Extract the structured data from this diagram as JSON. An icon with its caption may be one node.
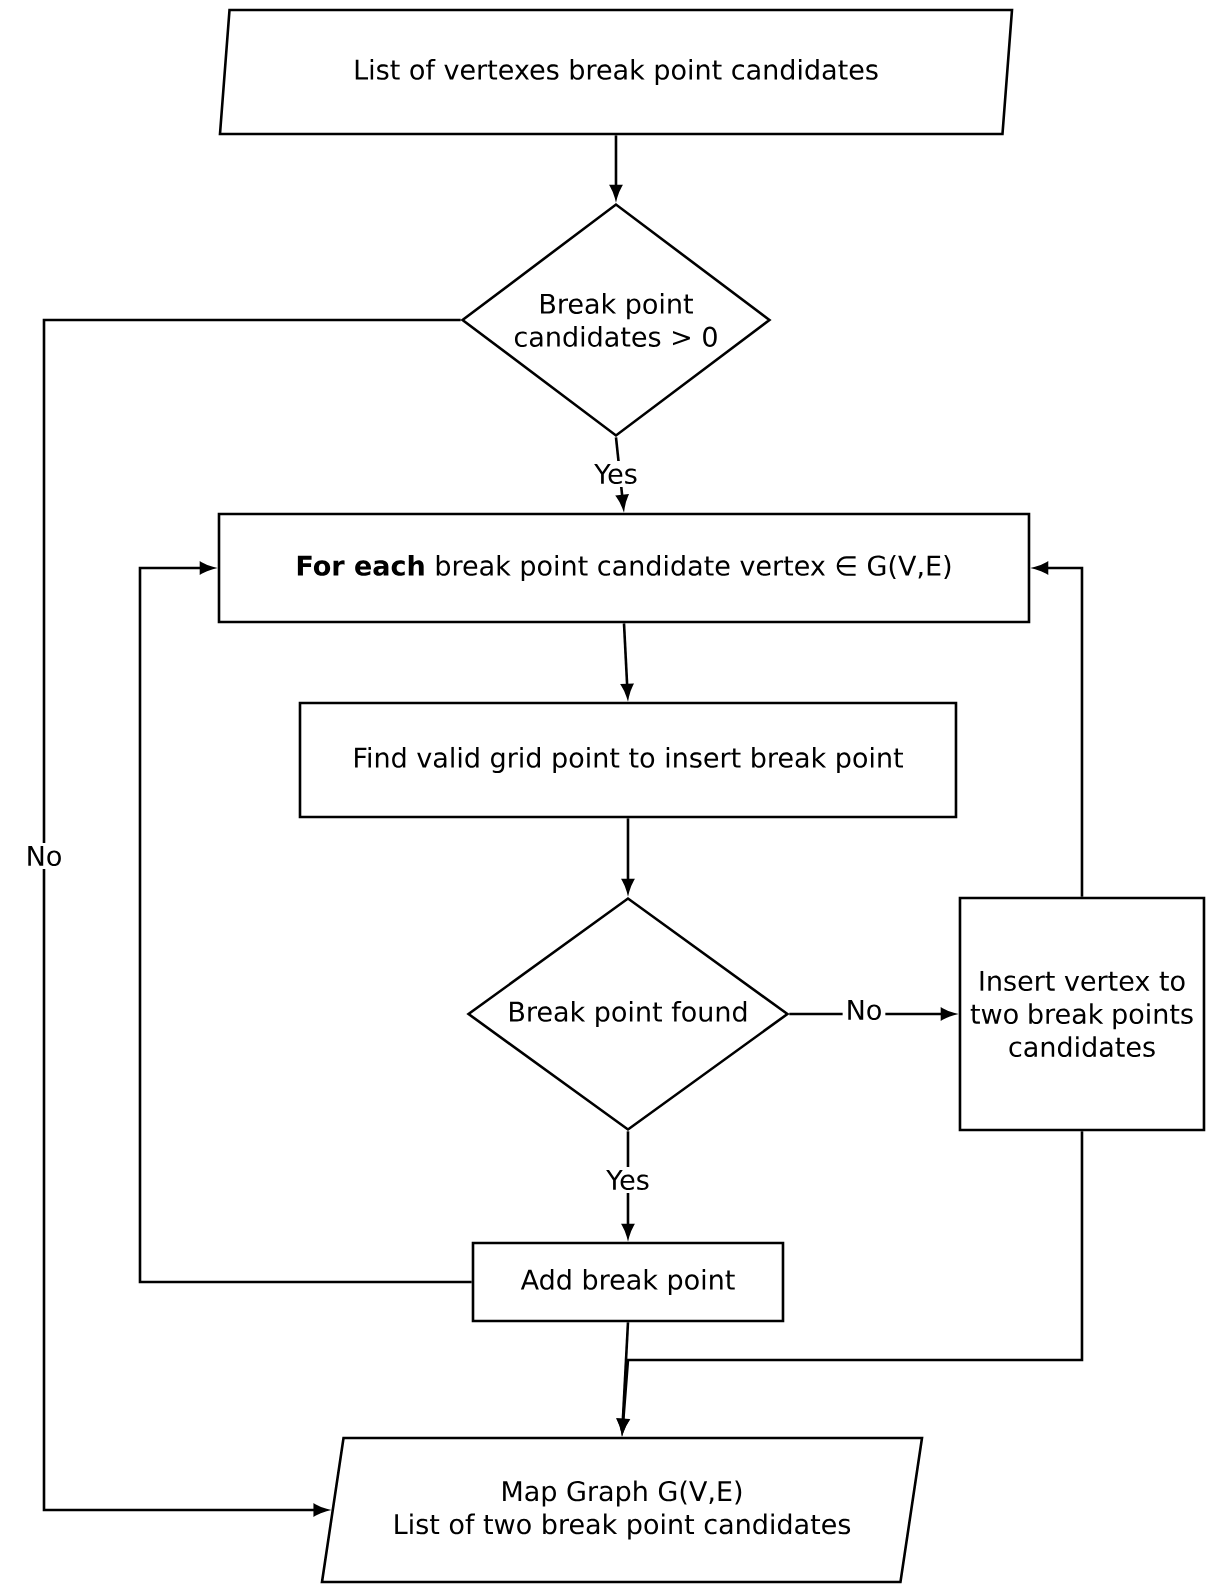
{
  "diagram": {
    "nodes": [
      {
        "text": [
          "List of vertexes break point candidates"
        ]
      },
      {
        "text": [
          "Break point candidates > 0"
        ]
      },
      {
        "text": [
          "**For each** break point candidate vertex ∈ G(V,E)"
        ]
      },
      {
        "text": [
          "Find valid grid point to insert break point"
        ]
      },
      {
        "text": [
          "Break point found"
        ]
      },
      {
        "text": [
          "Insert vertex to two break points candidates"
        ]
      },
      {
        "text": [
          "Add break point"
        ]
      },
      {
        "text": [
          "Map Graph G(V,E)",
          "List of two break point candidates"
        ]
      }
    ],
    "edges": [
      {
        "from": 0,
        "to": 1,
        "arrow": "to"
      },
      {
        "from": 1,
        "to": 2,
        "arrow": "to",
        "label": "Yes"
      },
      {
        "from": 1,
        "to": 7,
        "arrow": "to",
        "label": "No"
      },
      {
        "from": 2,
        "to": 3,
        "arrow": "to"
      },
      {
        "from": 3,
        "to": 4,
        "arrow": "to"
      },
      {
        "from": 4,
        "to": 5,
        "arrow": "to",
        "label": "No"
      },
      {
        "from": 4,
        "to": 6,
        "arrow": "to",
        "label": "Yes"
      },
      {
        "from": 6,
        "to": 2,
        "arrow": "to"
      },
      {
        "from": 5,
        "to": 2,
        "arrow": "to"
      },
      {
        "from": 6,
        "to": 7,
        "arrow": "to"
      },
      {
        "from": 5,
        "to": 7,
        "arrow": "to"
      }
    ]
  }
}
